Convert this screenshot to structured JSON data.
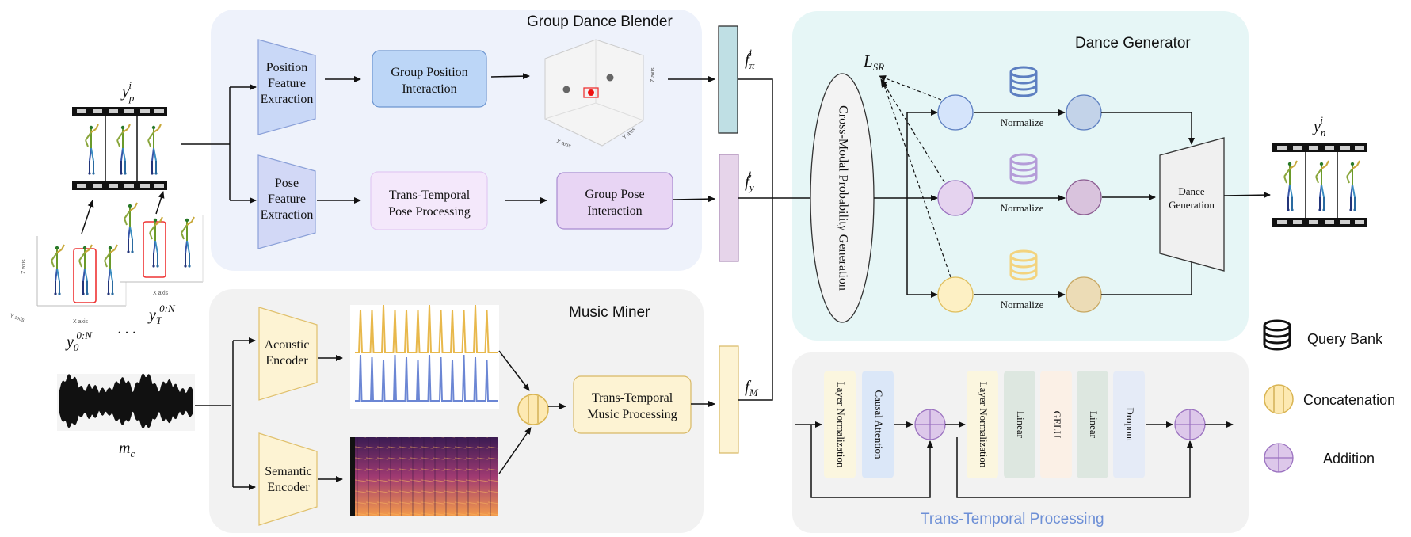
{
  "panels": {
    "group_dance_blender": "Group Dance Blender",
    "music_miner": "Music Miner",
    "dance_generator": "Dance Generator",
    "trans_temporal_processing": "Trans-Temporal Processing"
  },
  "blocks": {
    "position_feature_extraction": [
      "Position",
      "Feature",
      "Extraction"
    ],
    "pose_feature_extraction": [
      "Pose",
      "Feature",
      "Extraction"
    ],
    "group_position_interaction": [
      "Group Position",
      "Interaction"
    ],
    "trans_temporal_pose": [
      "Trans-Temporal",
      "Pose Processing"
    ],
    "group_pose_interaction": [
      "Group Pose",
      "Interaction"
    ],
    "acoustic_encoder": [
      "Acoustic",
      "Encoder"
    ],
    "semantic_encoder": [
      "Semantic",
      "Encoder"
    ],
    "trans_temporal_music": [
      "Trans-Temporal",
      "Music Processing"
    ],
    "cross_modal": "Cross-Modal Probability Generation",
    "dance_generation": [
      "Dance",
      "Generation"
    ],
    "normalize": "Normalize"
  },
  "tt_blocks": {
    "layer_norm": "Layer Normalization",
    "causal_attention": "Causal Attention",
    "layer_norm_2": "Layer Normalization",
    "linear_1": "Linear",
    "gelu": "GELU",
    "linear_2": "Linear",
    "dropout": "Dropout"
  },
  "math": {
    "y_p_base": "y",
    "y_p_sub": "p",
    "y_p_sup": "i",
    "y_n_base": "y",
    "y_n_sub": "n",
    "y_n_sup": "i",
    "y0_base": "y",
    "y0_sub": "0",
    "y0_sup": "0:N",
    "yT_base": "y",
    "yT_sub": "T",
    "yT_sup": "0:N",
    "ellipsis": "· · ·",
    "m_c_base": "m",
    "m_c_sub": "c",
    "f_pi_base": "f",
    "f_pi_sub": "π",
    "f_pi_sup": "i",
    "f_y_base": "f",
    "f_y_sub": "y",
    "f_y_sup": "i",
    "f_M_base": "f",
    "f_M_sub": "M",
    "L_SR_base": "L",
    "L_SR_sub": "SR"
  },
  "axes3d": {
    "z": "Z axis",
    "x": "X axis",
    "y": "Y axis"
  },
  "legend": {
    "query_bank": "Query Bank",
    "concatenation": "Concatenation",
    "addition": "Addition"
  },
  "colors": {
    "blender_bg": "#eef2fb",
    "miner_bg": "#f2f2f2",
    "generator_bg": "#e6f6f6",
    "blue_box": "#bcd6f7",
    "purple_box": "#e8d5f4",
    "yellow_box": "#fdf3d3",
    "teal_bar": "#bfdfe4",
    "bank_blue": "#5d7fc1",
    "bank_purple": "#b49cd8",
    "bank_yellow": "#f3d37e"
  }
}
